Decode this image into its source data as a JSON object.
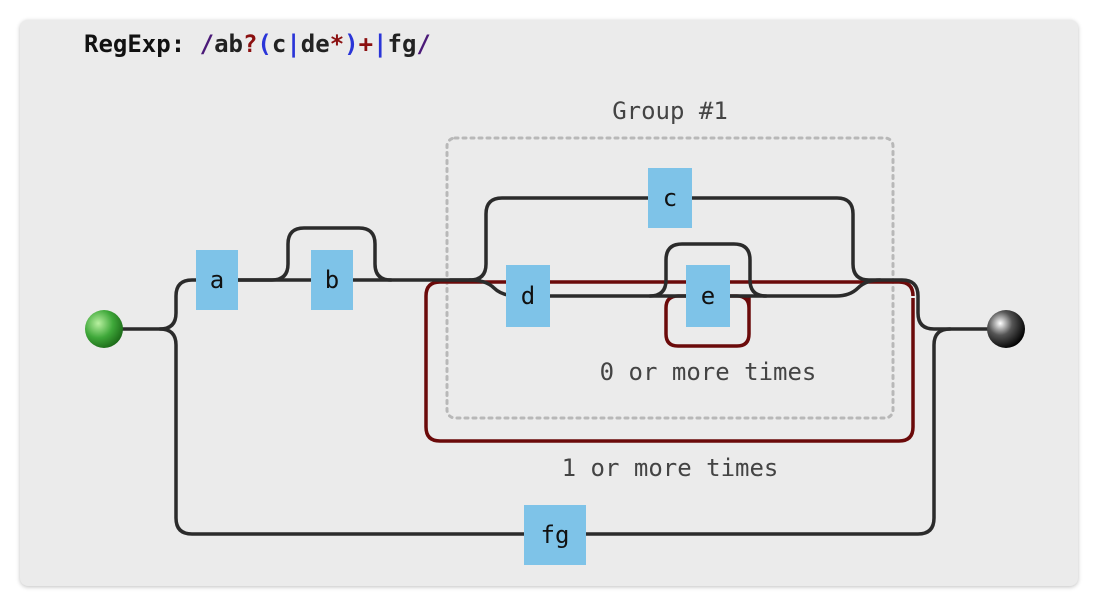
{
  "header": {
    "label": "RegExp:",
    "pattern_tokens": [
      {
        "text": "/",
        "kind": "delim"
      },
      {
        "text": "ab",
        "kind": "lit"
      },
      {
        "text": "?",
        "kind": "quant"
      },
      {
        "text": "(",
        "kind": "paren"
      },
      {
        "text": "c",
        "kind": "lit"
      },
      {
        "text": "|",
        "kind": "alt"
      },
      {
        "text": "de",
        "kind": "lit"
      },
      {
        "text": "*",
        "kind": "quant"
      },
      {
        "text": ")",
        "kind": "paren"
      },
      {
        "text": "+",
        "kind": "quant"
      },
      {
        "text": "|",
        "kind": "alt"
      },
      {
        "text": "fg",
        "kind": "lit"
      },
      {
        "text": "/",
        "kind": "delim"
      }
    ]
  },
  "diagram": {
    "group_label": "Group #1",
    "zero_or_more_label": "0 or more times",
    "one_or_more_label": "1 or more times",
    "literals": {
      "a": "a",
      "b": "b",
      "c": "c",
      "d": "d",
      "e": "e",
      "fg": "fg"
    }
  },
  "colors": {
    "start_node": "#3fa83a",
    "end_node": "#1a1a1a",
    "literal_box": "#7ec3e8",
    "loop_outline": "#6b0a0a",
    "rail": "#2b2b2b"
  }
}
